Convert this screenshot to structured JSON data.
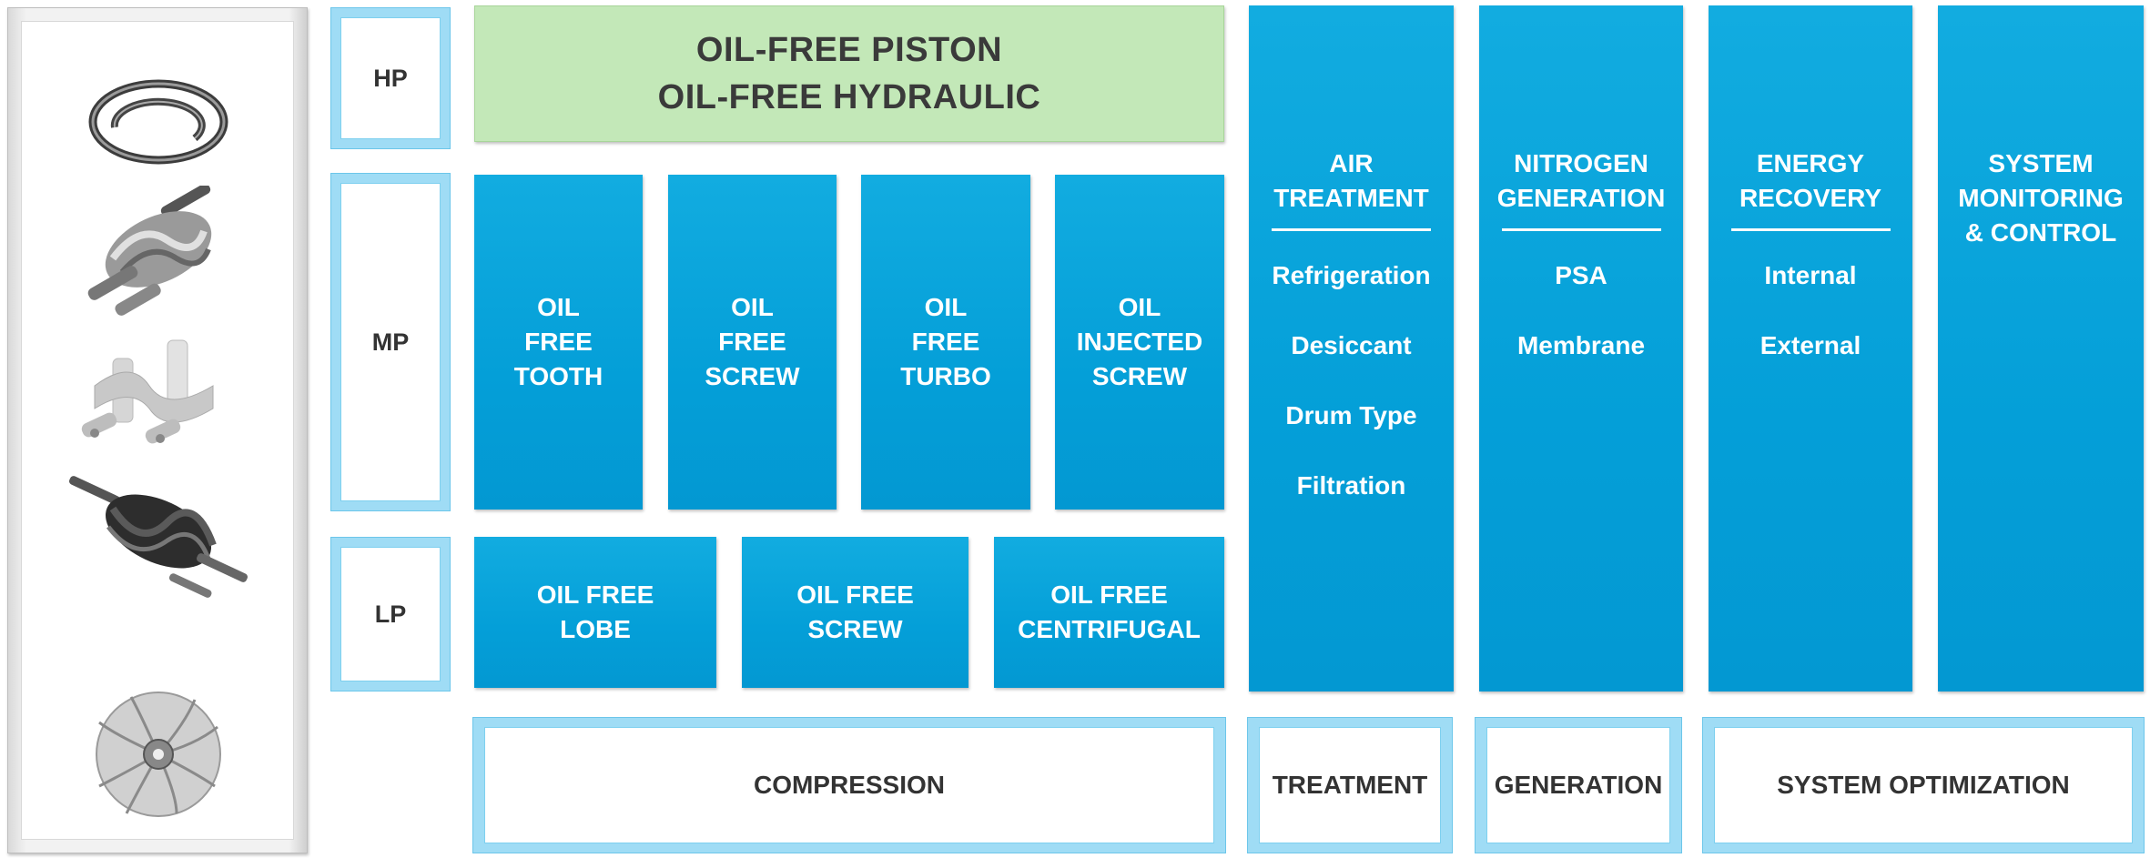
{
  "pressure_levels": {
    "hp": "HP",
    "mp": "MP",
    "lp": "LP"
  },
  "hp_box": {
    "line1": "OIL-FREE PISTON",
    "line2": "OIL-FREE HYDRAULIC"
  },
  "mp_boxes": [
    {
      "line1": "OIL",
      "line2": "FREE",
      "line3": "TOOTH"
    },
    {
      "line1": "OIL",
      "line2": "FREE",
      "line3": "SCREW"
    },
    {
      "line1": "OIL",
      "line2": "FREE",
      "line3": "TURBO"
    },
    {
      "line1": "OIL",
      "line2": "INJECTED",
      "line3": "SCREW"
    }
  ],
  "lp_boxes": [
    {
      "line1": "OIL FREE",
      "line2": "LOBE"
    },
    {
      "line1": "OIL FREE",
      "line2": "SCREW"
    },
    {
      "line1": "OIL FREE",
      "line2": "CENTRIFUGAL"
    }
  ],
  "columns": {
    "air_treatment": {
      "line1": "AIR",
      "line2": "TREATMENT",
      "items": [
        "Refrigeration",
        "Desiccant",
        "Drum Type",
        "Filtration"
      ]
    },
    "nitrogen_generation": {
      "line1": "NITROGEN",
      "line2": "GENERATION",
      "items": [
        "PSA",
        "Membrane"
      ]
    },
    "energy_recovery": {
      "line1": "ENERGY",
      "line2": "RECOVERY",
      "items": [
        "Internal",
        "External"
      ]
    },
    "system_monitoring": {
      "line1": "SYSTEM",
      "line2": "MONITORING",
      "line3": "& CONTROL"
    }
  },
  "categories": {
    "compression": "COMPRESSION",
    "treatment": "TREATMENT",
    "generation": "GENERATION",
    "system_optimization": "SYSTEM OPTIMIZATION"
  },
  "colors": {
    "blue": "#049fd8",
    "light_blue": "#9fdcf5",
    "green": "#c3e8b8",
    "text_dark": "#333333"
  },
  "icons": [
    "piston-ring-icon",
    "screw-rotor-icon",
    "tooth-rotor-icon",
    "injected-screw-rotor-icon",
    "turbo-impeller-icon"
  ]
}
